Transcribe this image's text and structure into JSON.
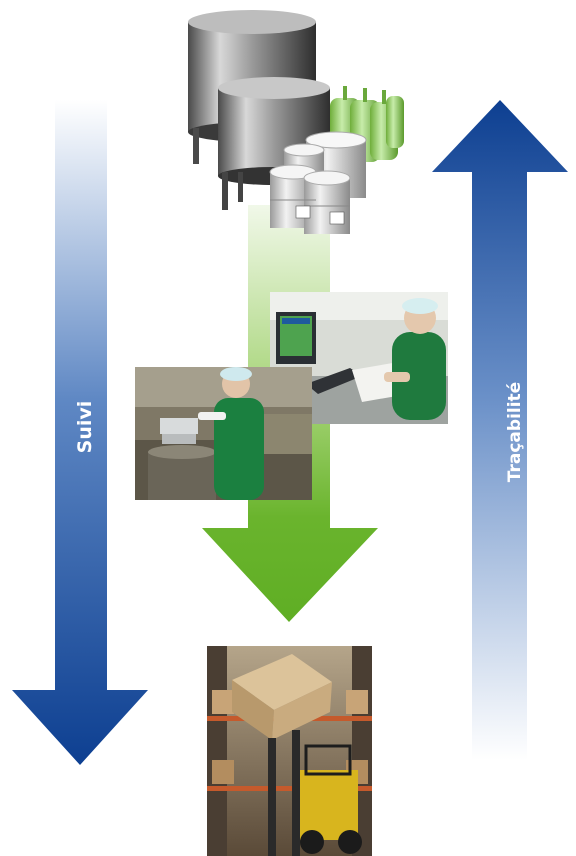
{
  "labels": {
    "left_arrow": "Suivi",
    "right_arrow": "Traçabilité"
  },
  "colors": {
    "blue_dark": "#0d3f91",
    "blue_light": "#ffffff",
    "green": "#6ab42d",
    "green_light": "#ffffff",
    "tank_metal": "#8c8c8c",
    "bottle_green": "#9fd46c"
  },
  "images": [
    {
      "name": "storage-tanks-and-drums-illustration"
    },
    {
      "name": "lab-technician-at-computer-photo"
    },
    {
      "name": "technician-weighing-material-photo"
    },
    {
      "name": "forklift-in-warehouse-photo"
    }
  ]
}
